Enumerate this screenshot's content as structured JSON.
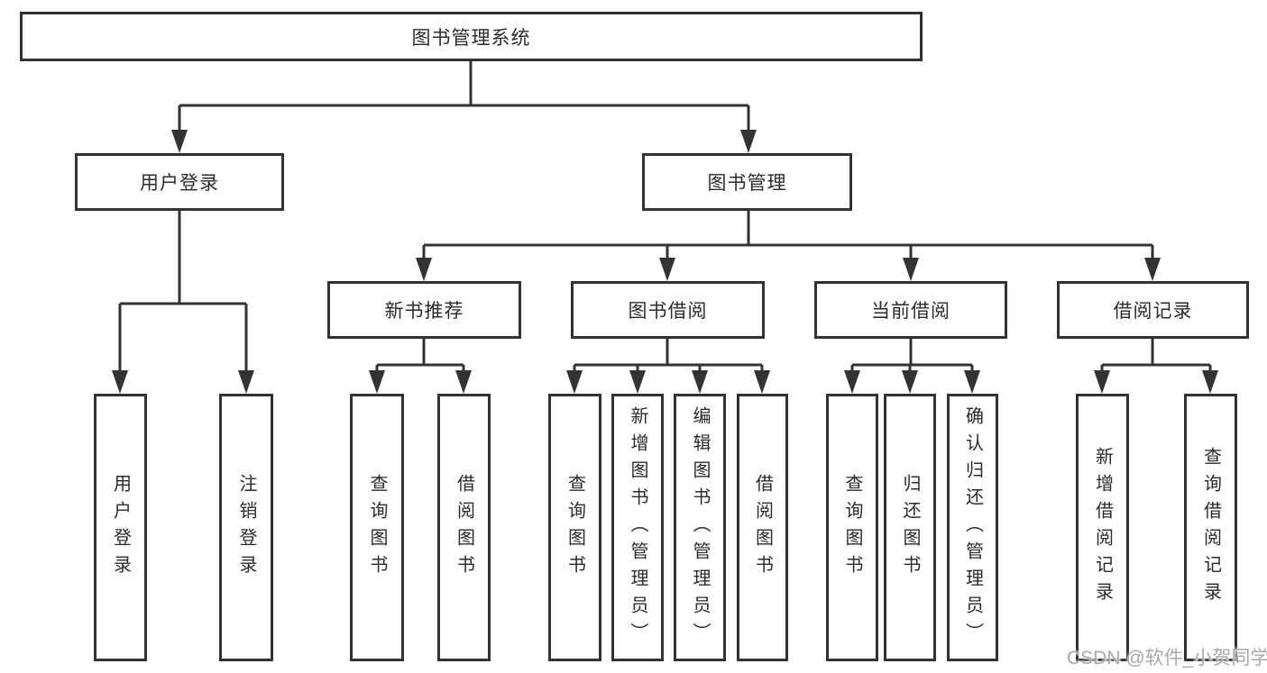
{
  "diagram": {
    "tree": {
      "label": "图书管理系统",
      "children": [
        {
          "label": "用户登录",
          "children": [
            {
              "label": "用户登录"
            },
            {
              "label": "注销登录"
            }
          ]
        },
        {
          "label": "图书管理",
          "children": [
            {
              "label": "新书推荐",
              "children": [
                {
                  "label": "查询图书"
                },
                {
                  "label": "借阅图书"
                }
              ]
            },
            {
              "label": "图书借阅",
              "children": [
                {
                  "label": "查询图书"
                },
                {
                  "label": "新增图书（管理员）"
                },
                {
                  "label": "编辑图书（管理员）"
                },
                {
                  "label": "借阅图书"
                }
              ]
            },
            {
              "label": "当前借阅",
              "children": [
                {
                  "label": "查询图书"
                },
                {
                  "label": "归还图书"
                },
                {
                  "label": "确认归还（管理员）"
                }
              ]
            },
            {
              "label": "借阅记录",
              "children": [
                {
                  "label": "新增借阅记录"
                },
                {
                  "label": "查询借阅记录"
                }
              ]
            }
          ]
        }
      ]
    },
    "colors": {
      "line": "#333333",
      "box_border": "#333333",
      "box_fill": "#ffffff",
      "text": "#2b2b2b",
      "watermark": "#a9a9a9",
      "background": "#ffffff"
    }
  },
  "watermark": {
    "text": "CSDN @软件_小贺同学"
  }
}
